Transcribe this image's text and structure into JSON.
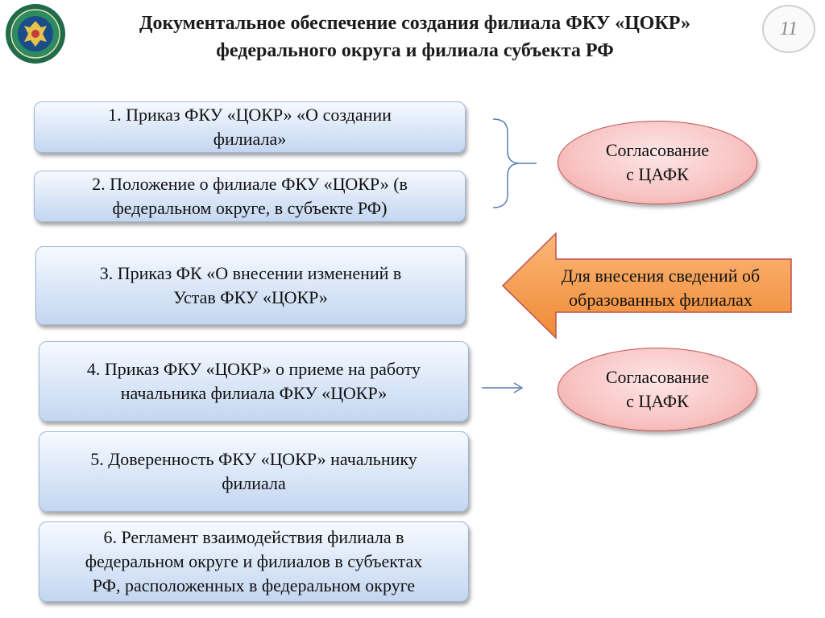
{
  "header": {
    "title_line1": "Документальное обеспечение создания филиала ФКУ «ЦОКР»",
    "title_line2": "федерального округа и филиала субъекта РФ",
    "page_number": "11"
  },
  "steps": [
    {
      "line1": "1. Приказ ФКУ «ЦОКР» «О создании",
      "line2": "филиала»"
    },
    {
      "line1": "2. Положение о филиале ФКУ «ЦОКР» (в",
      "line2": "федеральном округе, в субъекте РФ)"
    },
    {
      "line1": "3.  Приказ ФК «О внесении изменений в",
      "line2": "Устав ФКУ «ЦОКР»"
    },
    {
      "line1": "4. Приказ ФКУ «ЦОКР» о приеме на работу",
      "line2": "начальника филиала ФКУ «ЦОКР»"
    },
    {
      "line1": "5. Доверенность ФКУ «ЦОКР» начальнику",
      "line2": "филиала"
    },
    {
      "line1": "6. Регламент взаимодействия филиала в",
      "line2": "федеральном округе и филиалов в субъектах",
      "line3": "РФ, расположенных в федеральном округе"
    }
  ],
  "approval_top": {
    "line1": "Согласование",
    "line2": "с ЦАФК"
  },
  "approval_bottom": {
    "line1": "Согласование",
    "line2": "с ЦАФК"
  },
  "info_arrow": {
    "line1": "Для внесения сведений об",
    "line2": "образованных филиалах"
  },
  "colors": {
    "step_fill": "#dce8f8",
    "step_border": "#9fb6d8",
    "oval_fill": "#f8c3c3",
    "oval_border": "#c0504d",
    "arrow_fill": "#f79646",
    "arrow_border": "#c0504d",
    "connector": "#5a7fb0"
  }
}
